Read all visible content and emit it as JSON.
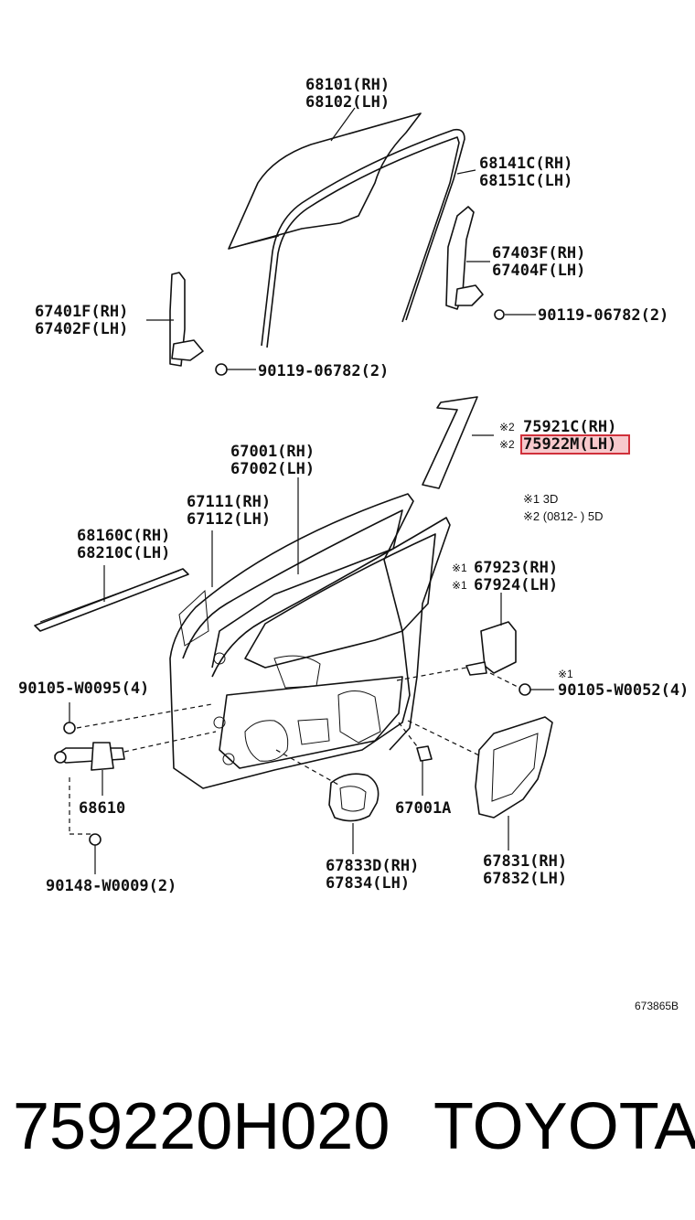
{
  "labels": {
    "glass_rh": "68101(RH)",
    "glass_lh": "68102(LH)",
    "run_rh": "68141C(RH)",
    "run_lh": "68151C(LH)",
    "rear_channel_rh": "67403F(RH)",
    "rear_channel_lh": "67404F(LH)",
    "screw_rear": "90119-06782(2)",
    "front_channel_rh": "67401F(RH)",
    "front_channel_lh": "67402F(LH)",
    "screw_front": "90119-06782(2)",
    "mark2_a": "※2",
    "tape_rh": "75921C(RH)",
    "mark2_b": "※2",
    "tape_lh": "75922M(LH)",
    "door_rh": "67001(RH)",
    "door_lh": "67002(LH)",
    "weather_rh": "67111(RH)",
    "weather_lh": "67112(LH)",
    "belt_rh": "68160C(RH)",
    "belt_lh": "68210C(LH)",
    "note1": "※1 3D",
    "note2": "※2 (0812-        ) 5D",
    "mark1_a": "※1",
    "cover_rh": "67923(RH)",
    "mark1_b": "※1",
    "cover_lh": "67924(LH)",
    "bolt_left": "90105-W0095(4)",
    "mark1_c": "※1",
    "bolt_right": "90105-W0052(4)",
    "check": "68610",
    "cushion": "67001A",
    "hole_cover_rh": "67833D(RH)",
    "hole_cover_lh": "67834(LH)",
    "service_rh": "67831(RH)",
    "service_lh": "67832(LH)",
    "screw_bottom": "90148-W0009(2)",
    "diagram_code": "673865B"
  },
  "footer": {
    "part_number": "759220H020",
    "brand": "TOYOTA"
  },
  "colors": {
    "highlight_fill": "#f7c9cc",
    "highlight_stroke": "#d0303a",
    "ink": "#111111"
  }
}
